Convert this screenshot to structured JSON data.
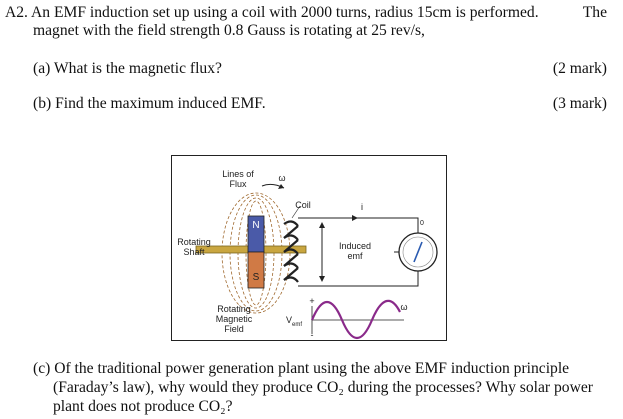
{
  "question": {
    "line1": "A2. An EMF induction set up using a coil with 2000 turns, radius 15cm is performed.",
    "line1_end": "The",
    "line2": "magnet with the field strength 0.8 Gauss is rotating at 25 rev/s,"
  },
  "parts": [
    {
      "text": "(a) What is the magnetic flux?",
      "mark": "(2 mark)"
    },
    {
      "text": "(b) Find the maximum induced EMF.",
      "mark": "(3 mark)"
    }
  ],
  "figure": {
    "lines_of_flux": [
      "Lines of",
      "Flux"
    ],
    "omega_top": "ω",
    "coil": "Coil",
    "current": "i",
    "north": "N",
    "south": "S",
    "rotating_shaft": [
      "Rotating",
      "Shaft"
    ],
    "induced_emf": [
      "Induced",
      "emf"
    ],
    "rotating_field": [
      "Rotating",
      "Magnetic",
      "Field"
    ],
    "v_emf": "V",
    "v_emf_sub": "emf",
    "plus": "+",
    "minus": "-",
    "omega_wave": "ω",
    "zero": "0"
  },
  "part_c": {
    "l1": "(c) Of the traditional power generation plant using the above EMF induction principle",
    "l2": "(Faraday’s law), why would they produce CO₂ during the processes? Why solar power",
    "l3": "plant does not produce CO₂?"
  }
}
